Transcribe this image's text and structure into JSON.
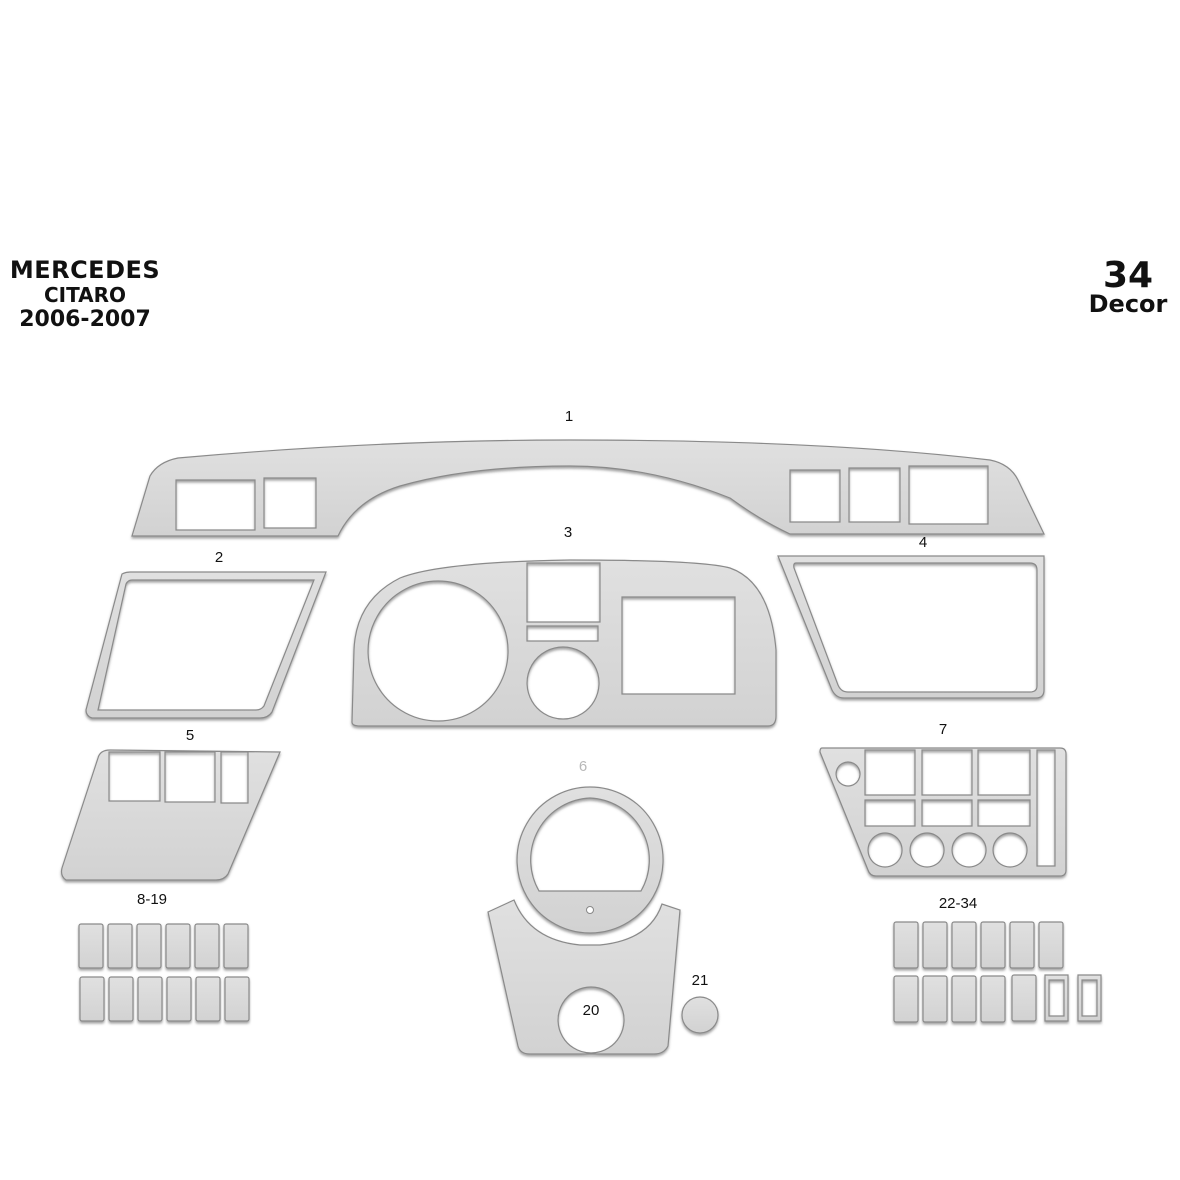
{
  "header": {
    "brand_line1": "MERCEDES",
    "brand_line2": "CITARO",
    "brand_line3": "2006-2007",
    "piece_count": "34",
    "piece_unit": "Decor"
  },
  "colors": {
    "part_fill": "#d9d9d9",
    "part_edge": "#8a8a8a",
    "label_text": "#111111",
    "faded_label": "#b8b8b8",
    "background": "#ffffff"
  },
  "parts": [
    {
      "id": "1",
      "label": "1",
      "description": "dashboard top strip with 2 left and 3 right cutouts"
    },
    {
      "id": "2",
      "label": "2",
      "description": "left parallelogram frame"
    },
    {
      "id": "3",
      "label": "3",
      "description": "instrument cluster panel with large gauge, small gauge and displays"
    },
    {
      "id": "4",
      "label": "4",
      "description": "right trapezoid frame"
    },
    {
      "id": "5",
      "label": "5",
      "description": "left switch panel with 3 cutouts"
    },
    {
      "id": "6",
      "label": "6",
      "description": "round gauge ring"
    },
    {
      "id": "7",
      "label": "7",
      "description": "right switch panel with grid and 4 round holes"
    },
    {
      "id": "8-19",
      "label": "8-19",
      "description": "12 switch caps"
    },
    {
      "id": "20",
      "label": "20",
      "description": "lower console plate with round hole"
    },
    {
      "id": "21",
      "label": "21",
      "description": "small round disc"
    },
    {
      "id": "22-34",
      "label": "22-34",
      "description": "11 switch caps and 2 switch frames"
    }
  ]
}
